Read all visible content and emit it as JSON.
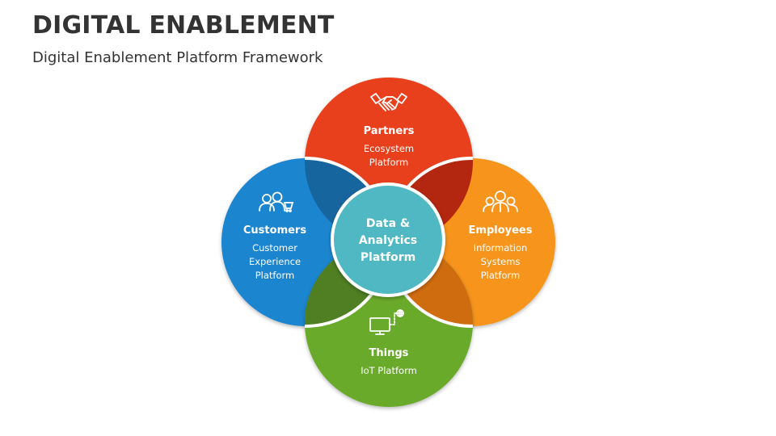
{
  "header": {
    "title": "DIGITAL ENABLEMENT",
    "subtitle": "Digital Enablement Platform Framework"
  },
  "colors": {
    "partners": "#e8411d",
    "customers": "#1c85d0",
    "employees": "#f7941d",
    "things": "#6aaa2a",
    "center": "#4fb8c2",
    "petal_top_left": "#17659f",
    "petal_top_right": "#b3260f",
    "petal_bottom_left": "#4f7f22",
    "petal_bottom_right": "#d06c10"
  },
  "diagram": {
    "center": {
      "lines": [
        "Data &",
        "Analytics",
        "Platform"
      ]
    },
    "partners": {
      "title": "Partners",
      "lines": [
        "Ecosystem",
        "Platform"
      ],
      "icon": "handshake-icon"
    },
    "customers": {
      "title": "Customers",
      "lines": [
        "Customer",
        "Experience",
        "Platform"
      ],
      "icon": "customers-shopping-icon"
    },
    "employees": {
      "title": "Employees",
      "lines": [
        "Information",
        "Systems",
        "Platform"
      ],
      "icon": "employees-group-icon"
    },
    "things": {
      "title": "Things",
      "lines": [
        "IoT Platform"
      ],
      "icon": "iot-monitor-icon"
    }
  }
}
